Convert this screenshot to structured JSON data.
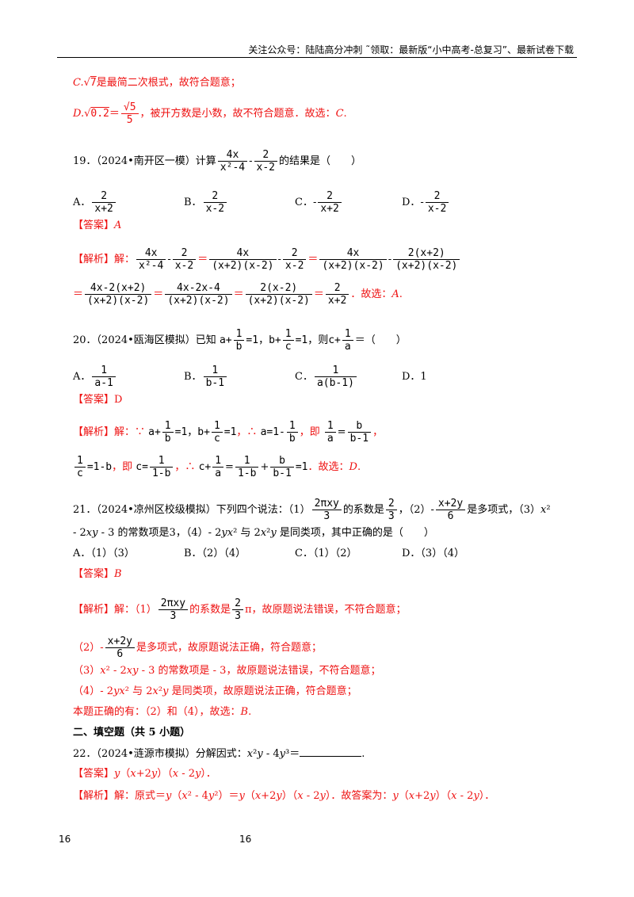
{
  "header": {
    "text": "关注公众号：陆陆高分冲刺  ˜领取：最新版“小中高考-总复习”、最新试卷下载"
  },
  "lines": {
    "c_opt": "C.√7是最简二次根式，故符合题意；",
    "d_opt": "D.√0.2＝√5/5，被开方数是小数，故不符合题意．故选：C.",
    "q19": "19．（2024•南开区一模）计算 4x/(x²-4) - 2/(x-2) 的结果是（　　）",
    "q19_opts": "A. 2/(x+2)　B. 2/(x-2)　C. -2/(x+2)　D. -2/(x-2)",
    "q19_ans": "【答案】A",
    "q19_sol1": "【解析】解：4x/(x²-4) - 2/(x-2) = 4x/((x+2)(x-2)) - 2/(x-2) = 4x/((x+2)(x-2)) - 2(x+2)/((x+2)(x-2))",
    "q19_sol2": "= (4x-2(x+2))/((x+2)(x-2)) = (4x-2x-4)/((x+2)(x-2)) = 2(x-2)/((x+2)(x-2)) = 2/(x+2)．故选：A.",
    "q20": "20．（2024•瓯海区模拟）已知 a+1/b=1，b+1/c=1，则c+1/a＝（　　）",
    "q20_opts": "A. 1/(a-1)　B. 1/(b-1)　C. 1/(a(b-1))　D．1",
    "q20_ans": "【答案】D",
    "q20_sol1": "【解析】解：∵ a+1/b=1，b+1/c=1，∴ a=1-1/b，即 1/a = b/(b-1)，",
    "q20_sol2": "1/c=1-b，即 c=1/(1-b)，∴ c+1/a = 1/(1-b) + b/(b-1) = 1．故选：D.",
    "q21": "21．（2024•凉州区校级模拟）下列四个说法：（1）2πxy/3 的系数是 2/3，（2）-(x+2y)/6 是多项式，（3）x²",
    "q21_b": "- 2xy - 3 的常数项是3，（4）- 2yx² 与 2x²y 是同类项，其中正确的是（　　）",
    "q21_opts": "A．（1）（3）　B．（2）（4）　C．（1）（2）　D．（3）（4）",
    "q21_ans": "【答案】B",
    "q21_s1": "【解析】解：（1）2πxy/3 的系数是 2/3π，故原题说法错误，不符合题意；",
    "q21_s2": "（2）- (x+2y)/6 是多项式，故原题说法正确，符合题意；",
    "q21_s3": "（3）x² - 2xy - 3 的常数项是 - 3，故原题说法错误，不符合题意；",
    "q21_s4": "（4）- 2yx² 与 2x²y 是同类项，故原题说法正确，符合题意；",
    "q21_s5": "本题正确的有：（2）和（4），故选：B.",
    "sec2": "二、填空题（共 5 小题）",
    "q22": "22．（2024•涟源市模拟）分解因式：x²y - 4y³＝＿＿＿＿＿.",
    "q22_ans": "【答案】y（x+2y）（x - 2y）．",
    "q22_sol": "【解析】解：原式＝y（x² - 4y²）＝y（x+2y）（x - 2y）．故答案为：y（x+2y）（x - 2y）．"
  },
  "footer": {
    "left": "16",
    "center": "16"
  }
}
